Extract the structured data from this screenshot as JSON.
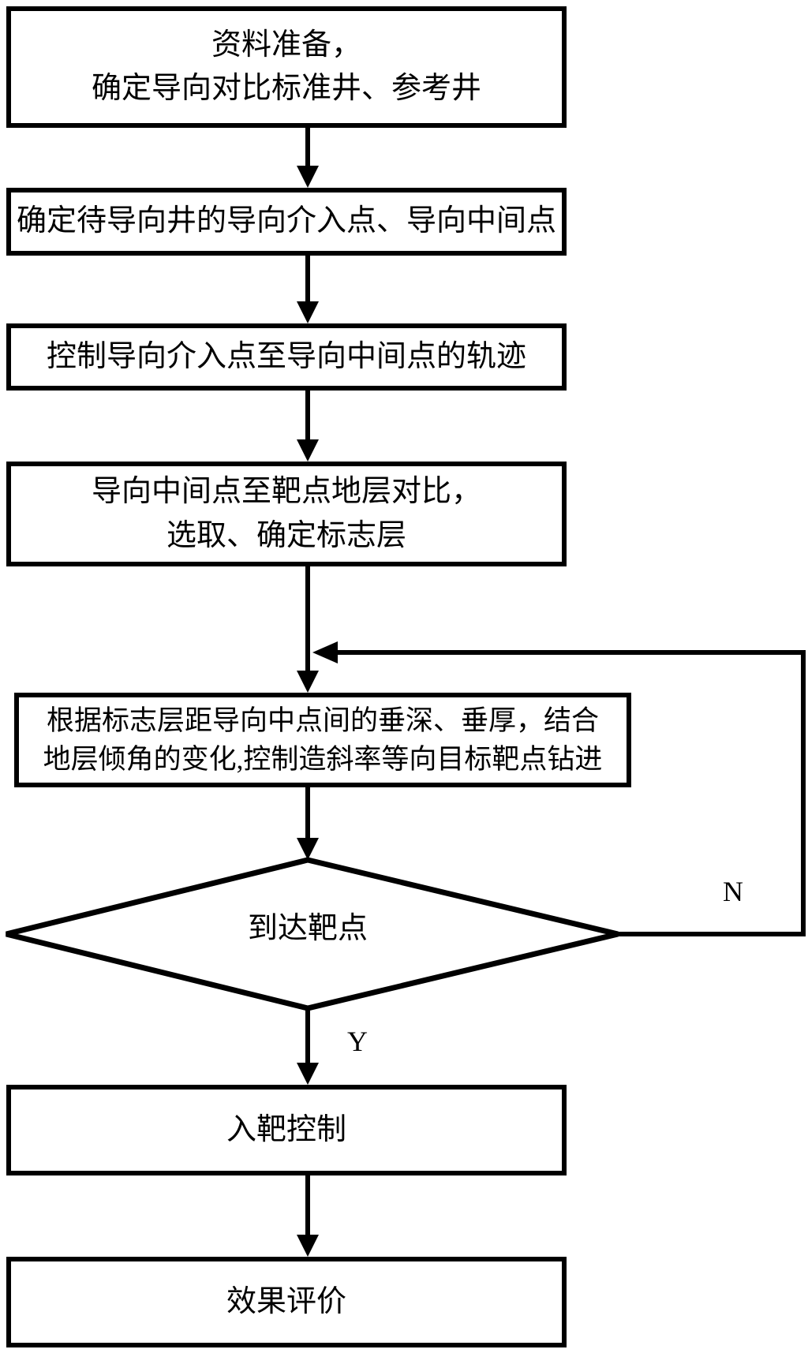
{
  "diagram": {
    "background": "#ffffff",
    "line_color": "#000000",
    "nodes": [
      {
        "id": "data-preparation",
        "type": "process",
        "lines": [
          "资料准备，",
          "确定导向对比标准井、参考井"
        ]
      },
      {
        "id": "determine-entry-points",
        "type": "process",
        "lines": [
          "确定待导向井的导向介入点、导向中间点"
        ]
      },
      {
        "id": "control-trajectory",
        "type": "process",
        "lines": [
          "控制导向介入点至导向中间点的轨迹"
        ]
      },
      {
        "id": "formation-comparison",
        "type": "process",
        "lines": [
          "导向中间点至靶点地层对比，",
          "选取、确定标志层"
        ]
      },
      {
        "id": "drill-toward-target",
        "type": "process",
        "lines": [
          "根据标志层距导向中点间的垂深、垂厚，结合",
          "地层倾角的变化,控制造斜率等向目标靶点钻进"
        ]
      },
      {
        "id": "reach-target-decision",
        "type": "decision",
        "lines": [
          "到达靶点"
        ]
      },
      {
        "id": "target-entry-control",
        "type": "process",
        "lines": [
          "入靶控制"
        ]
      },
      {
        "id": "effect-evaluation",
        "type": "process",
        "lines": [
          "效果评价"
        ]
      }
    ],
    "branch_labels": {
      "yes": "Y",
      "no": "N"
    }
  }
}
